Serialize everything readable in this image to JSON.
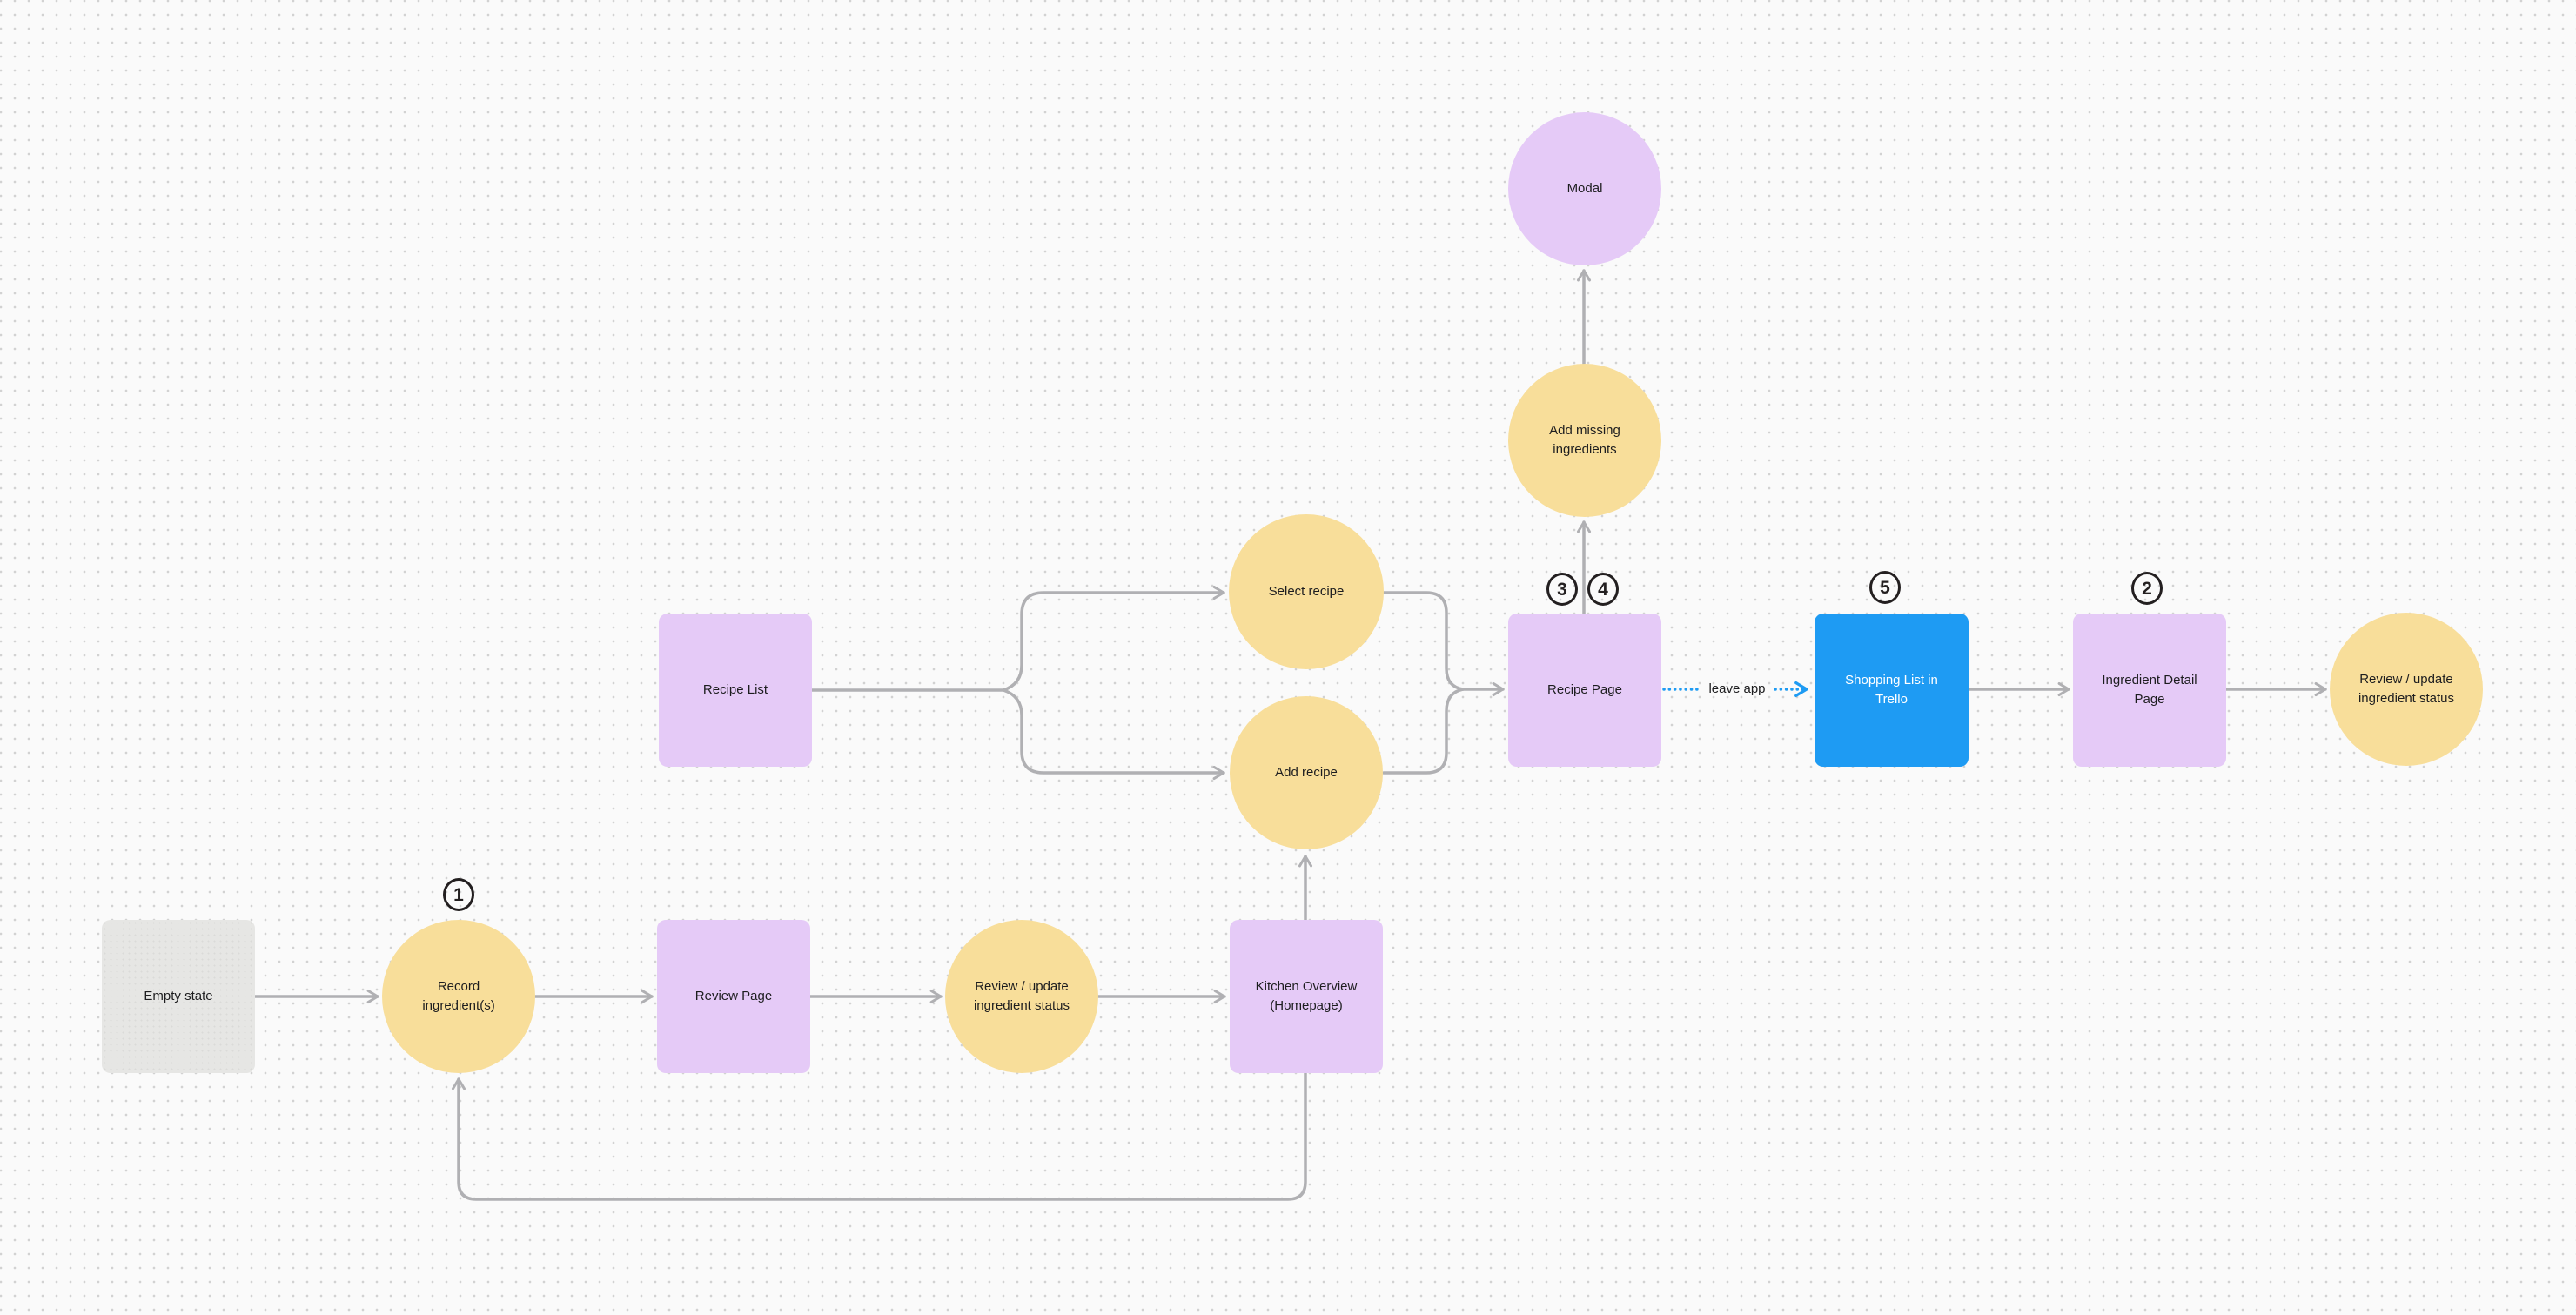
{
  "app": {
    "description": "Whiteboard user-flow diagram on dotted canvas"
  },
  "colors": {
    "canvas_background": "#FAFAFA",
    "dot_grid": "#D2D2D2",
    "node_purple": "#E5CAF7",
    "node_yellow": "#F8DE9A",
    "node_blue": "#1E9BF3",
    "node_gray": "#E6E6E4",
    "connector_gray": "#B0B0B3",
    "connector_blue": "#1E9BF3",
    "annotation_ink": "#231F20",
    "label_text": "#1D1D1F",
    "blue_node_text": "#FFFFFF"
  },
  "nodes": {
    "empty_state": {
      "label": "Empty state",
      "shape": "rect",
      "color": "gray"
    },
    "record_ingredients": {
      "label": "Record ingredient(s)",
      "shape": "circle",
      "color": "yellow"
    },
    "review_page": {
      "label": "Review Page",
      "shape": "rect",
      "color": "purple"
    },
    "review_update_mid": {
      "label": "Review / update ingredient status",
      "shape": "circle",
      "color": "yellow"
    },
    "kitchen_overview": {
      "label": "Kitchen Overview (Homepage)",
      "shape": "rect",
      "color": "purple"
    },
    "recipe_list": {
      "label": "Recipe List",
      "shape": "rect",
      "color": "purple"
    },
    "select_recipe": {
      "label": "Select recipe",
      "shape": "circle",
      "color": "yellow"
    },
    "add_recipe": {
      "label": "Add recipe",
      "shape": "circle",
      "color": "yellow"
    },
    "recipe_page": {
      "label": "Recipe Page",
      "shape": "rect",
      "color": "purple"
    },
    "add_missing_ingredients": {
      "label": "Add missing ingredients",
      "shape": "circle",
      "color": "yellow"
    },
    "modal": {
      "label": "Modal",
      "shape": "circle",
      "color": "purple"
    },
    "shopping_list_trello": {
      "label": "Shopping List in Trello",
      "shape": "rect",
      "color": "blue"
    },
    "ingredient_detail_page": {
      "label": "Ingredient Detail Page",
      "shape": "rect",
      "color": "purple"
    },
    "review_update_right": {
      "label": "Review / update ingredient status",
      "shape": "circle",
      "color": "yellow"
    }
  },
  "annotations": {
    "n1": "1",
    "n2": "2",
    "n3": "3",
    "n4": "4",
    "n5": "5"
  },
  "edge_labels": {
    "leave_app": "leave app"
  }
}
